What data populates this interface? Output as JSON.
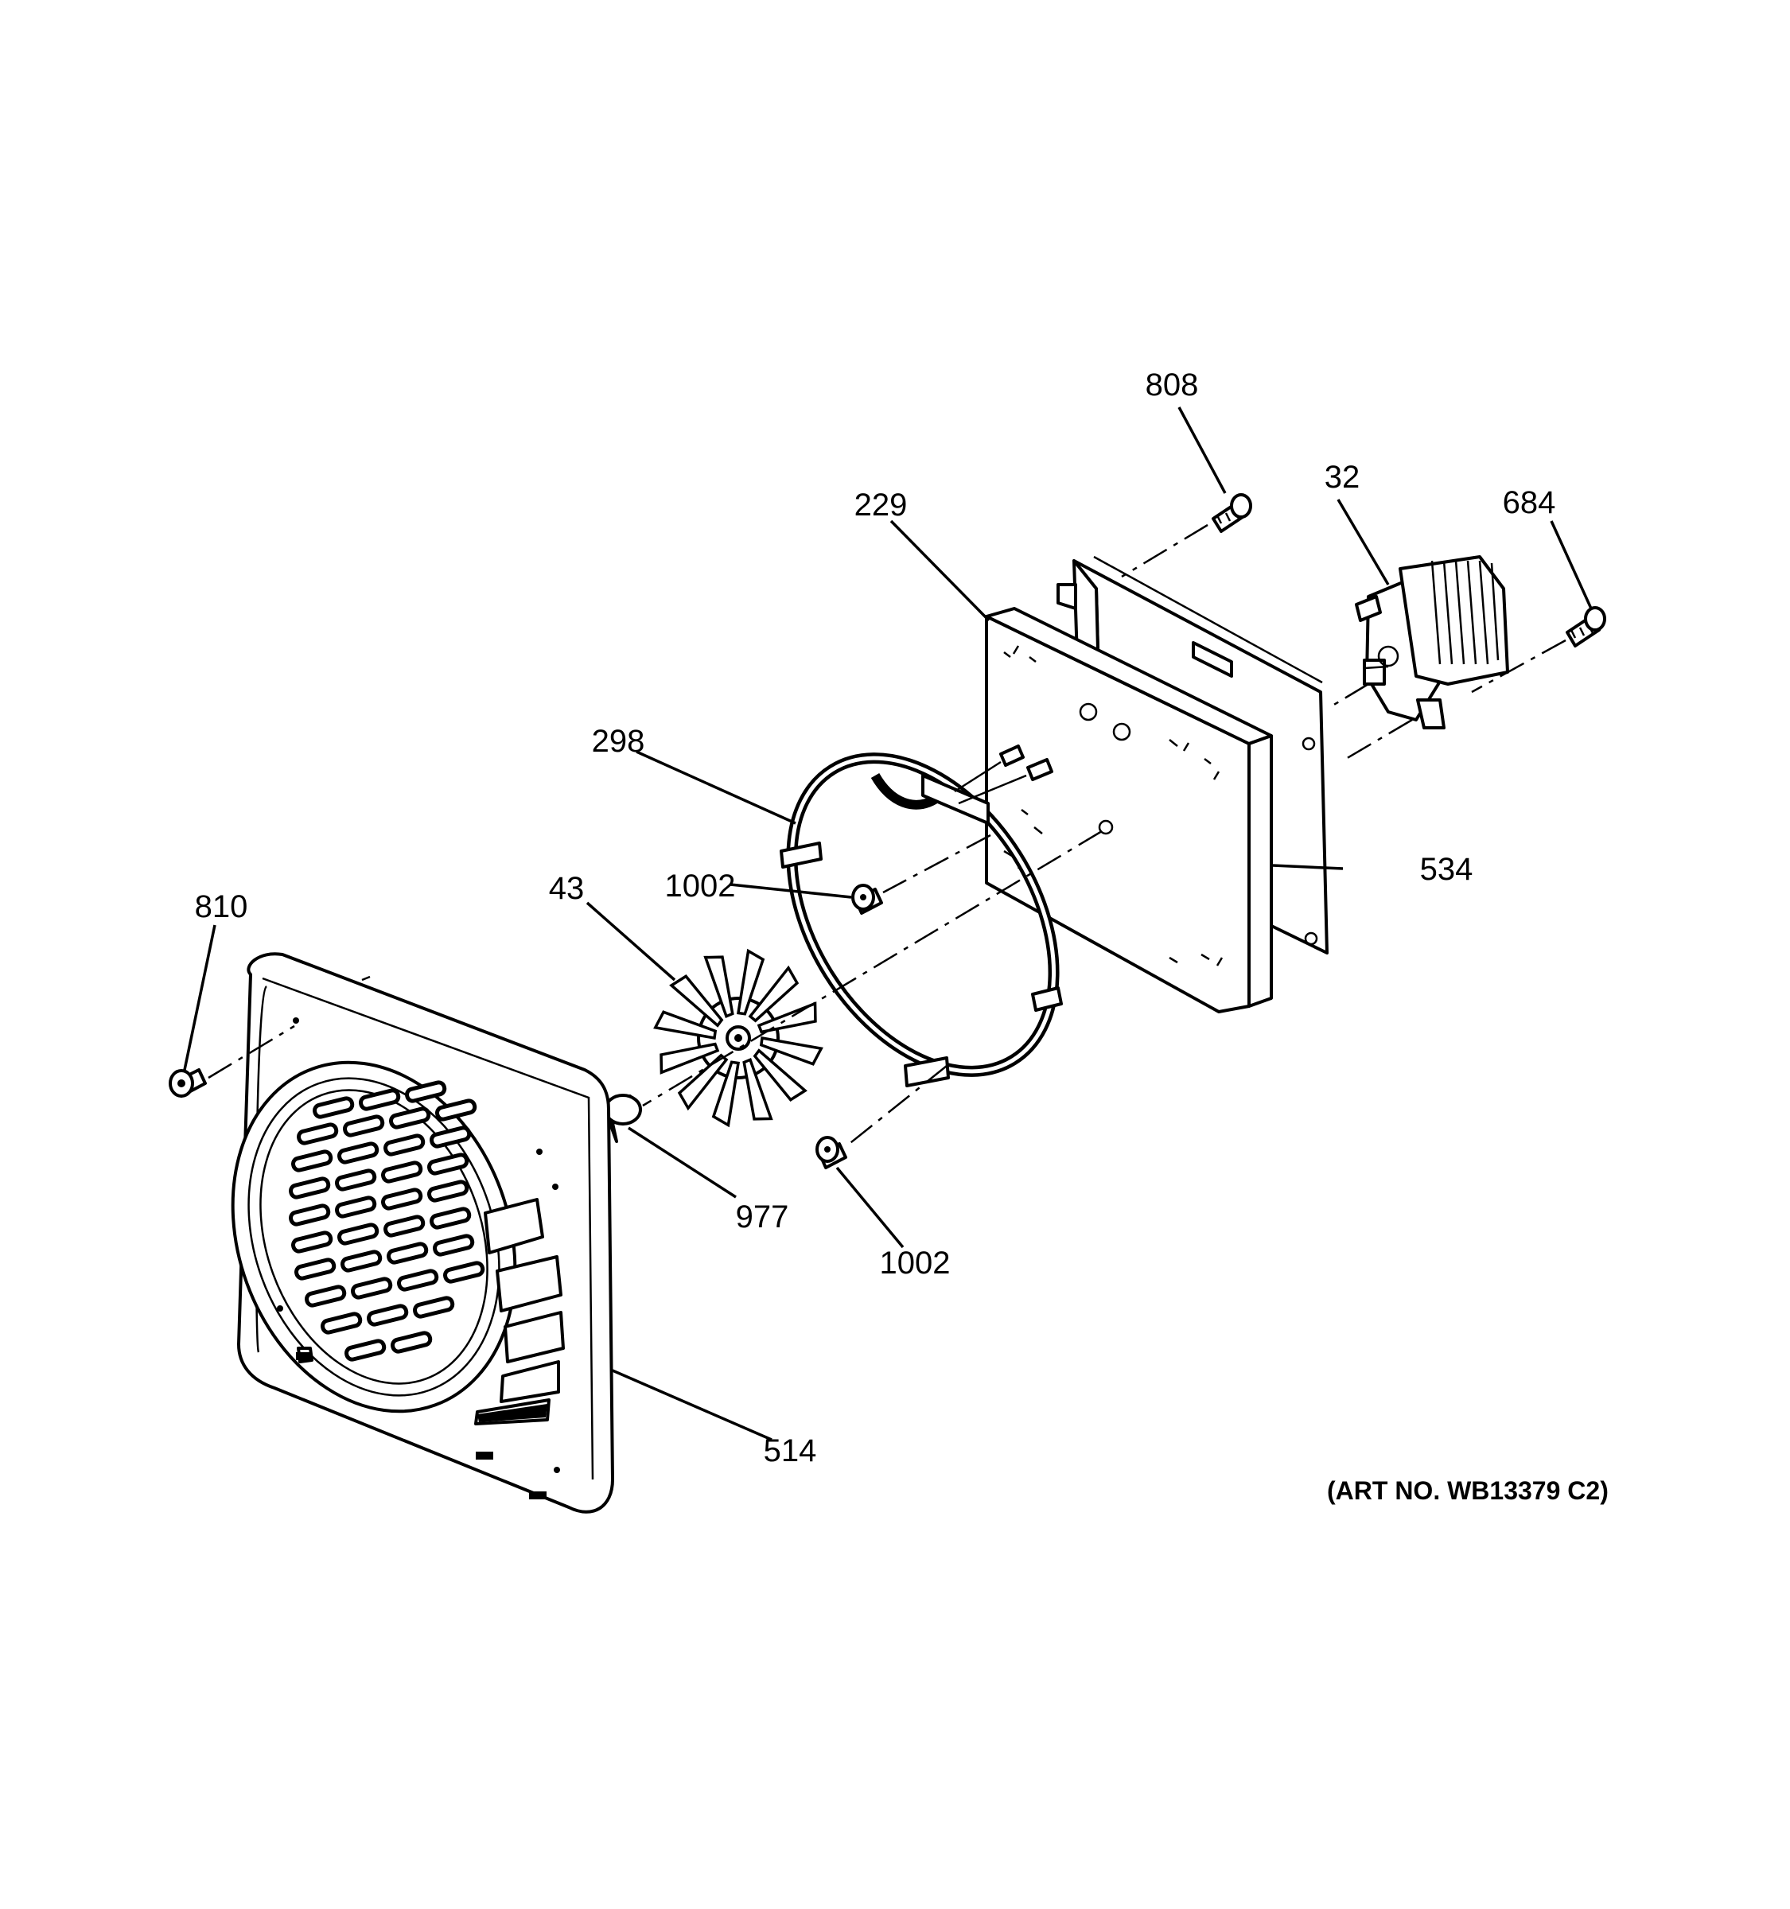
{
  "callouts": [
    {
      "id": "808",
      "label": "808"
    },
    {
      "id": "32",
      "label": "32"
    },
    {
      "id": "684",
      "label": "684"
    },
    {
      "id": "229",
      "label": "229"
    },
    {
      "id": "298",
      "label": "298"
    },
    {
      "id": "1002a",
      "label": "1002"
    },
    {
      "id": "534",
      "label": "534"
    },
    {
      "id": "43",
      "label": "43"
    },
    {
      "id": "810",
      "label": "810"
    },
    {
      "id": "977",
      "label": "977"
    },
    {
      "id": "1002b",
      "label": "1002"
    },
    {
      "id": "514",
      "label": "514"
    }
  ],
  "art_number": "(ART NO. WB13379 C2)"
}
